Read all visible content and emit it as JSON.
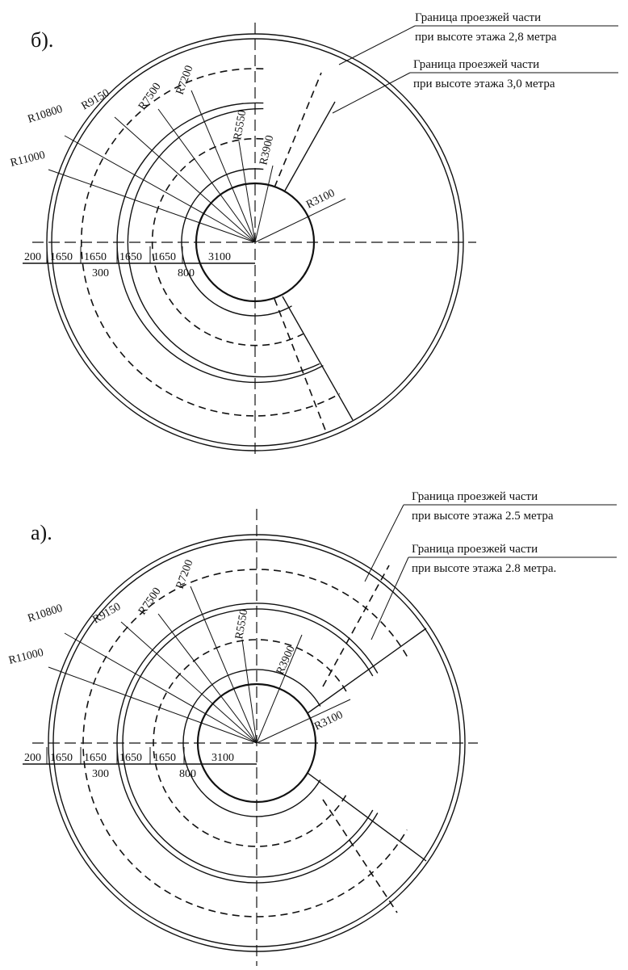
{
  "diagram_b": {
    "label": "б).",
    "annotation_1": {
      "line1": "Граница проезжей части",
      "line2": "при высоте этажа 2,8 метра"
    },
    "annotation_2": {
      "line1": "Граница проезжей части",
      "line2": "при высоте этажа 3,0 метра"
    },
    "radii": {
      "r11000": "R11000",
      "r10800": "R10800",
      "r9150": "R9150",
      "r7500": "R7500",
      "r7200": "R7200",
      "r5550": "R5550",
      "r3900": "R3900",
      "r3100": "R3100"
    },
    "dims": {
      "d200": "200",
      "d1650a": "1650",
      "d1650b": "1650",
      "d1650c": "1650",
      "d1650d": "1650",
      "d3100": "3100",
      "d300": "300",
      "d800": "800"
    }
  },
  "diagram_a": {
    "label": "а).",
    "annotation_1": {
      "line1": "Граница проезжей части",
      "line2": "при высоте этажа 2.5 метра"
    },
    "annotation_2": {
      "line1": "Граница проезжей части",
      "line2": "при высоте этажа 2.8 метра."
    },
    "radii": {
      "r11000": "R11000",
      "r10800": "R10800",
      "r9150": "R9150",
      "r7500": "R7500",
      "r7200": "R7200",
      "r5550": "R5550",
      "r3900": "R3900",
      "r3100": "R3100"
    },
    "dims": {
      "d200": "200",
      "d1650a": "1650",
      "d1650b": "1650",
      "d1650c": "1650",
      "d1650d": "1650",
      "d3100": "3100",
      "d300": "300",
      "d800": "800"
    }
  }
}
